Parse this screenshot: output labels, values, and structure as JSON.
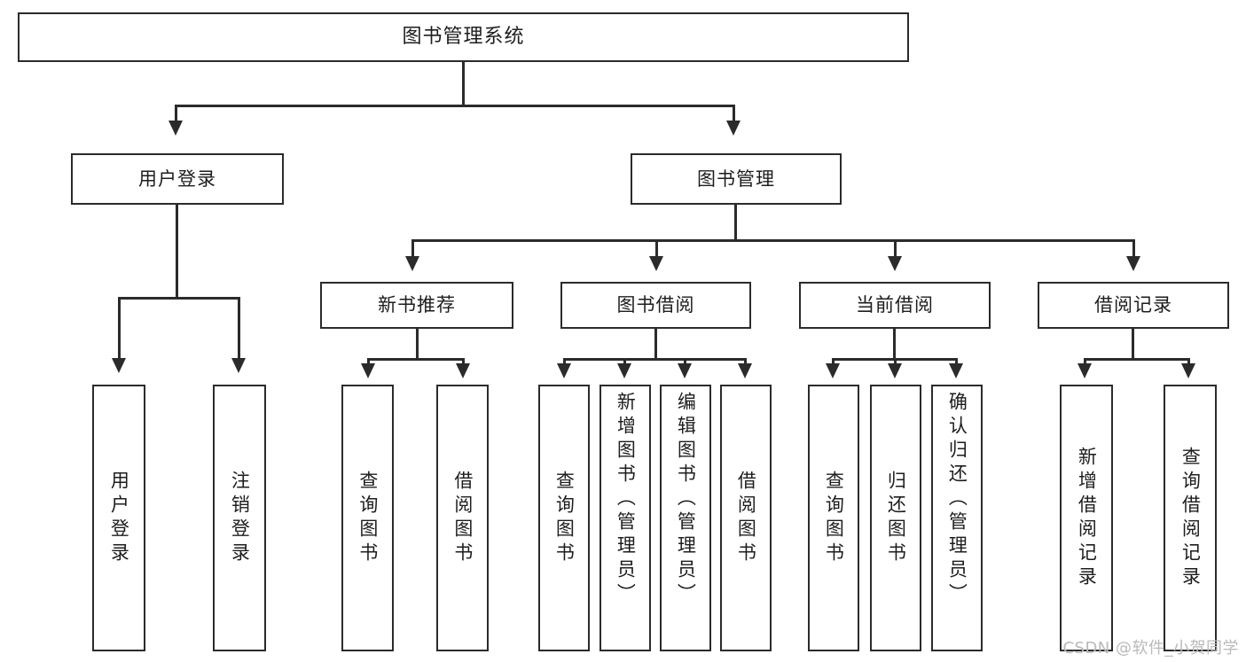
{
  "diagram": {
    "title": "图书管理系统",
    "type": "tree-hierarchy",
    "levels": 4,
    "root": {
      "label": "图书管理系统"
    },
    "level2": [
      {
        "label": "用户登录"
      },
      {
        "label": "图书管理"
      }
    ],
    "level3": [
      {
        "label": "新书推荐"
      },
      {
        "label": "图书借阅"
      },
      {
        "label": "当前借阅"
      },
      {
        "label": "借阅记录"
      }
    ],
    "leaves": {
      "user_login": [
        {
          "label": "用户登录"
        },
        {
          "label": "注销登录"
        }
      ],
      "new_book_recommend": [
        {
          "label": "查询图书"
        },
        {
          "label": "借阅图书"
        }
      ],
      "book_borrow": [
        {
          "label": "查询图书"
        },
        {
          "label": "新增图书（管理员）"
        },
        {
          "label": "编辑图书（管理员）"
        },
        {
          "label": "借阅图书"
        }
      ],
      "current_borrow": [
        {
          "label": "查询图书"
        },
        {
          "label": "归还图书"
        },
        {
          "label": "确认归还（管理员）"
        }
      ],
      "borrow_record": [
        {
          "label": "新增借阅记录"
        },
        {
          "label": "查询借阅记录"
        }
      ]
    }
  },
  "watermark": {
    "text": "CSDN @软件_小贺同学"
  },
  "colors": {
    "border": "#2b2b2b",
    "background": "#ffffff",
    "text": "#1d1d1d",
    "watermark": "#b9b9b9"
  }
}
